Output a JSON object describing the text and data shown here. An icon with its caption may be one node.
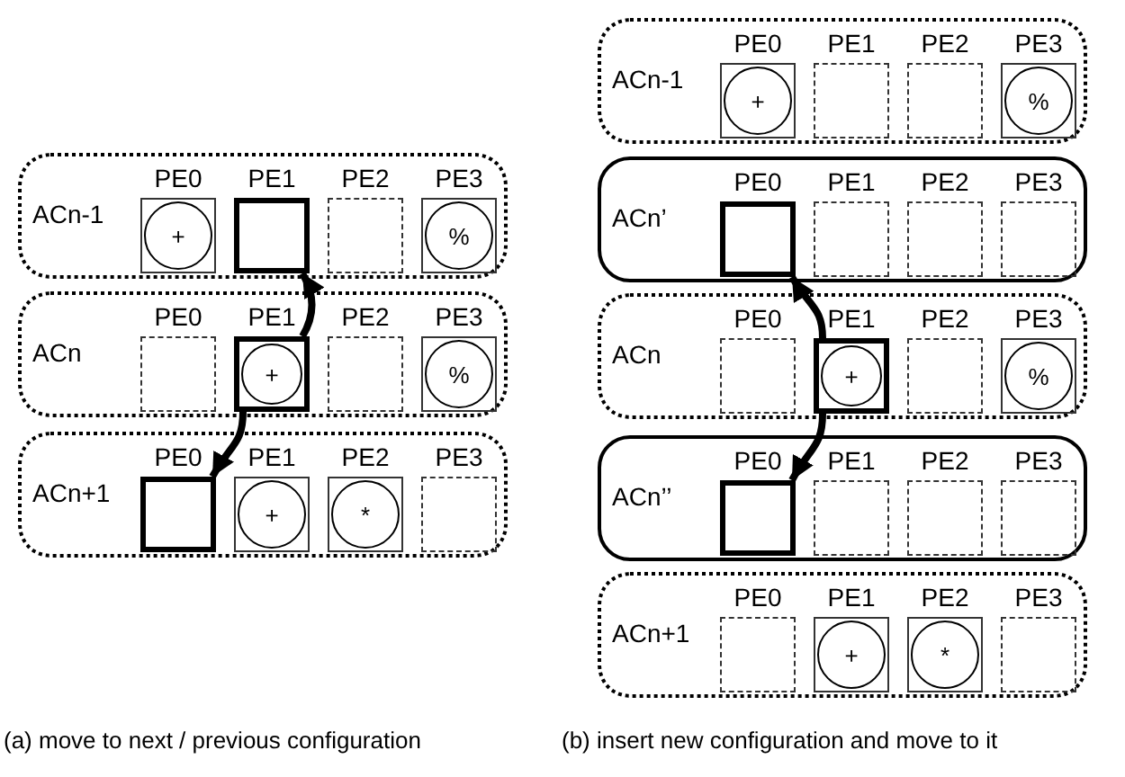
{
  "diagram": {
    "nodes": [
      {
        "text": [
          "ACn-1"
        ]
      },
      {
        "text": [
          "PE0",
          "+"
        ],
        "in": 0
      },
      {
        "text": [
          "PE1"
        ],
        "in": 0
      },
      {
        "text": [
          "PE2"
        ],
        "in": 0
      },
      {
        "text": [
          "PE3",
          "%"
        ],
        "in": 0
      },
      {
        "text": [
          "ACn"
        ]
      },
      {
        "text": [
          "PE0"
        ],
        "in": 5
      },
      {
        "text": [
          "PE1",
          "+"
        ],
        "in": 5
      },
      {
        "text": [
          "PE2"
        ],
        "in": 5
      },
      {
        "text": [
          "PE3",
          "%"
        ],
        "in": 5
      },
      {
        "text": [
          "ACn+1"
        ]
      },
      {
        "text": [
          "PE0"
        ],
        "in": 10
      },
      {
        "text": [
          "PE1",
          "+"
        ],
        "in": 10
      },
      {
        "text": [
          "PE2",
          "*"
        ],
        "in": 10
      },
      {
        "text": [
          "PE3"
        ],
        "in": 10
      },
      {
        "text": [
          "ACn-1"
        ]
      },
      {
        "text": [
          "PE0",
          "+"
        ],
        "in": 15
      },
      {
        "text": [
          "PE1"
        ],
        "in": 15
      },
      {
        "text": [
          "PE2"
        ],
        "in": 15
      },
      {
        "text": [
          "PE3",
          "%"
        ],
        "in": 15
      },
      {
        "text": [
          "ACn’"
        ]
      },
      {
        "text": [
          "PE0"
        ],
        "in": 20
      },
      {
        "text": [
          "PE1"
        ],
        "in": 20
      },
      {
        "text": [
          "PE2"
        ],
        "in": 20
      },
      {
        "text": [
          "PE3"
        ],
        "in": 20
      },
      {
        "text": [
          "ACn"
        ]
      },
      {
        "text": [
          "PE0"
        ],
        "in": 25
      },
      {
        "text": [
          "PE1",
          "+"
        ],
        "in": 25
      },
      {
        "text": [
          "PE2"
        ],
        "in": 25
      },
      {
        "text": [
          "PE3",
          "%"
        ],
        "in": 25
      },
      {
        "text": [
          "ACn’’"
        ]
      },
      {
        "text": [
          "PE0"
        ],
        "in": 30
      },
      {
        "text": [
          "PE1"
        ],
        "in": 30
      },
      {
        "text": [
          "PE2"
        ],
        "in": 30
      },
      {
        "text": [
          "PE3"
        ],
        "in": 30
      },
      {
        "text": [
          "ACn+1"
        ]
      },
      {
        "text": [
          "PE0"
        ],
        "in": 35
      },
      {
        "text": [
          "PE1",
          "+"
        ],
        "in": 35
      },
      {
        "text": [
          "PE2",
          "*"
        ],
        "in": 35
      },
      {
        "text": [
          "PE3"
        ],
        "in": 35
      }
    ],
    "edges": [
      {
        "from": 7,
        "to": 2,
        "arrow": "to"
      },
      {
        "from": 7,
        "to": 11,
        "arrow": "to"
      },
      {
        "from": 27,
        "to": 21,
        "arrow": "to"
      },
      {
        "from": 27,
        "to": 31,
        "arrow": "to"
      }
    ],
    "labels": [
      "(a) move to next / previous configuration",
      "(b) insert new configuration and move to it"
    ]
  }
}
